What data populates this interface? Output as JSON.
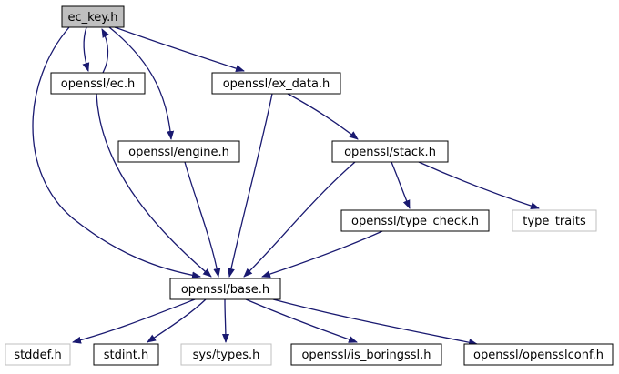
{
  "diagram": {
    "colors": {
      "edge": "#191970",
      "node_border": "#000000",
      "external_border": "#bfbfbf",
      "root_fill": "#bfbfbf",
      "node_fill": "#ffffff"
    },
    "nodes": [
      {
        "id": "ec_key",
        "label": "ec_key.h",
        "kind": "root"
      },
      {
        "id": "ec",
        "label": "openssl/ec.h",
        "kind": "header"
      },
      {
        "id": "ex_data",
        "label": "openssl/ex_data.h",
        "kind": "header"
      },
      {
        "id": "engine",
        "label": "openssl/engine.h",
        "kind": "header"
      },
      {
        "id": "stack",
        "label": "openssl/stack.h",
        "kind": "header"
      },
      {
        "id": "type_check",
        "label": "openssl/type_check.h",
        "kind": "header"
      },
      {
        "id": "type_traits",
        "label": "type_traits",
        "kind": "external"
      },
      {
        "id": "base",
        "label": "openssl/base.h",
        "kind": "header"
      },
      {
        "id": "stddef",
        "label": "stddef.h",
        "kind": "external"
      },
      {
        "id": "stdint",
        "label": "stdint.h",
        "kind": "header"
      },
      {
        "id": "systypes",
        "label": "sys/types.h",
        "kind": "external"
      },
      {
        "id": "is_boringssl",
        "label": "openssl/is_boringssl.h",
        "kind": "header"
      },
      {
        "id": "opensslconf",
        "label": "openssl/opensslconf.h",
        "kind": "header"
      }
    ],
    "edges": [
      {
        "from": "ec_key",
        "to": "ec"
      },
      {
        "from": "ec",
        "to": "ec_key"
      },
      {
        "from": "ec_key",
        "to": "ex_data"
      },
      {
        "from": "ec_key",
        "to": "engine"
      },
      {
        "from": "ec_key",
        "to": "base"
      },
      {
        "from": "ec",
        "to": "base"
      },
      {
        "from": "ex_data",
        "to": "stack"
      },
      {
        "from": "ex_data",
        "to": "base"
      },
      {
        "from": "engine",
        "to": "base"
      },
      {
        "from": "stack",
        "to": "type_check"
      },
      {
        "from": "stack",
        "to": "type_traits"
      },
      {
        "from": "stack",
        "to": "base"
      },
      {
        "from": "type_check",
        "to": "base"
      },
      {
        "from": "base",
        "to": "stddef"
      },
      {
        "from": "base",
        "to": "stdint"
      },
      {
        "from": "base",
        "to": "systypes"
      },
      {
        "from": "base",
        "to": "is_boringssl"
      },
      {
        "from": "base",
        "to": "opensslconf"
      }
    ]
  }
}
